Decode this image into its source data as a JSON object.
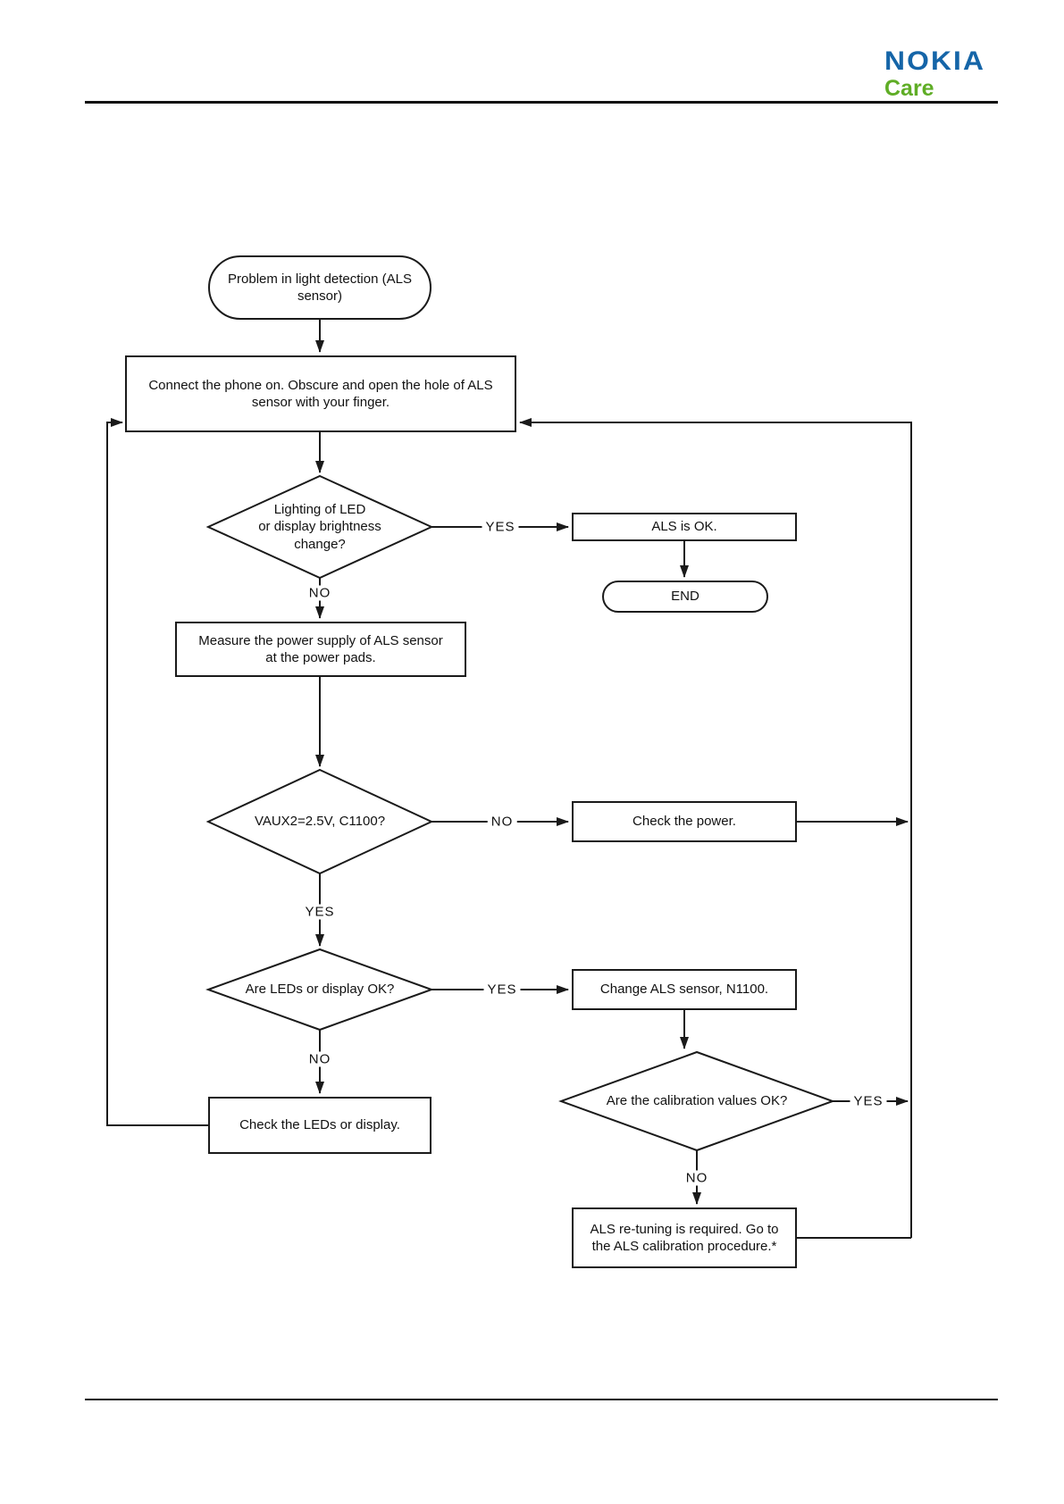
{
  "header": {
    "logo_brand": "NOKIA",
    "logo_sub": "Care",
    "brand_color": "#1565a8",
    "sub_color": "#5fad26"
  },
  "flow": {
    "start": "Problem in light detection (ALS\nsensor)",
    "connect": "Connect the phone on. Obscure and open the hole of ALS\nsensor with your finger.",
    "q_lighting": "Lighting of LED\nor display brightness\nchange?",
    "als_ok": "ALS is OK.",
    "end": "END",
    "measure": "Measure the power supply of ALS sensor\nat the power pads.",
    "q_vaux": "VAUX2=2.5V, C1100?",
    "check_power": "Check the power.",
    "q_leds": "Are LEDs or display OK?",
    "change_sensor": "Change ALS sensor, N1100.",
    "check_leds": "Check the LEDs or display.",
    "q_calibration": "Are the calibration values OK?",
    "retuning": "ALS re-tuning is required. Go to\nthe ALS calibration procedure.*",
    "yes": "YES",
    "no": "NO"
  }
}
